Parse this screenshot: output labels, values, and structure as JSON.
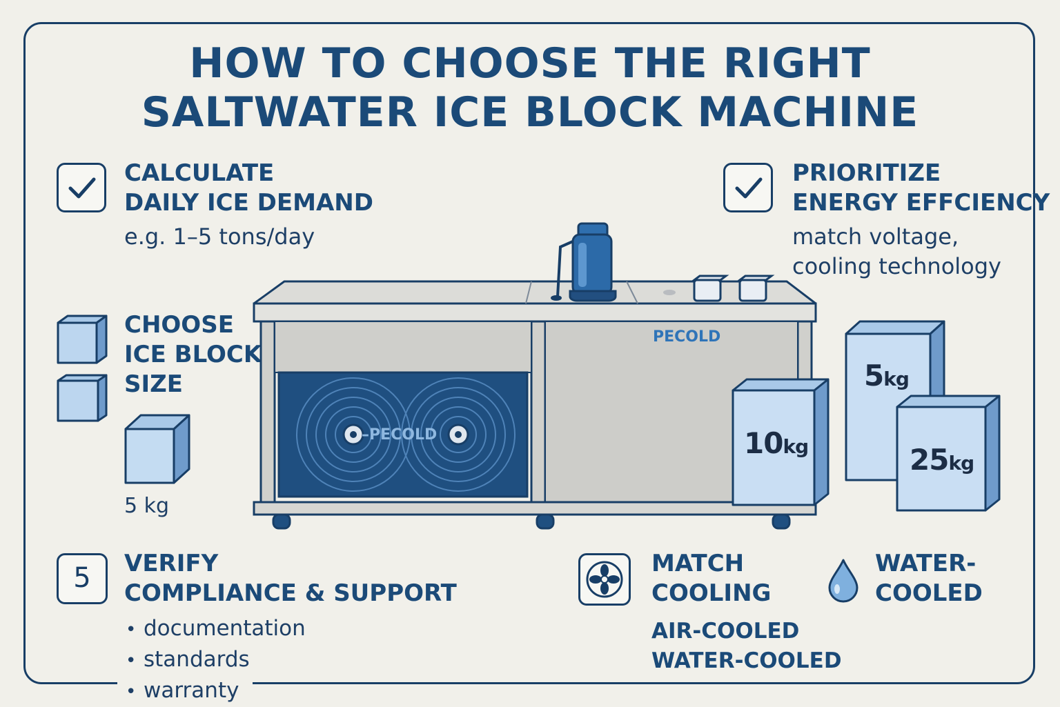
{
  "title": {
    "line1": "HOW TO CHOOSE THE RIGHT",
    "line2": "SALTWATER ICE BLOCK MACHINE"
  },
  "steps": {
    "demand": {
      "heading_line1": "CALCULATE",
      "heading_line2": "DAILY ICE DEMAND",
      "detail": "e.g. 1–5 tons/day",
      "icon": "check-icon"
    },
    "energy": {
      "heading_line1": "PRIORITIZE",
      "heading_line2": "ENERGY EFFCIENCY",
      "detail_line1": "match voltage,",
      "detail_line2": "cooling technology",
      "icon": "check-icon"
    },
    "size": {
      "heading_line1": "CHOOSE",
      "heading_line2": "ICE BLOCK",
      "heading_line3": "SIZE",
      "example_weight": "5 kg",
      "icon": "ice-cube-icon"
    },
    "compliance": {
      "number": "5",
      "heading_line1": "VERIFY",
      "heading_line2": "COMPLIANCE & SUPPORT",
      "bullets": [
        "documentation",
        "standards",
        "warranty"
      ]
    },
    "cooling": {
      "heading_line1": "MATCH",
      "heading_line2": "COOLING",
      "option1": "AIR-COOLED",
      "option2": "WATER-COOLED",
      "water_heading_line1": "WATER-",
      "water_heading_line2": "COOLED",
      "icons": [
        "fan-icon",
        "water-drop-icon"
      ]
    }
  },
  "machine": {
    "brand": "PECOLD",
    "fan_brand": "–PECOLD"
  },
  "ice_blocks": [
    {
      "num": "10",
      "unit": "kg"
    },
    {
      "num": "5",
      "unit": "kg"
    },
    {
      "num": "25",
      "unit": "kg"
    }
  ],
  "colors": {
    "navy": "#1b4a78",
    "ice_face": "#c9def3",
    "ice_side": "#7fa8d2",
    "machine": "#d4d4d0",
    "background": "#f1f0ea"
  }
}
